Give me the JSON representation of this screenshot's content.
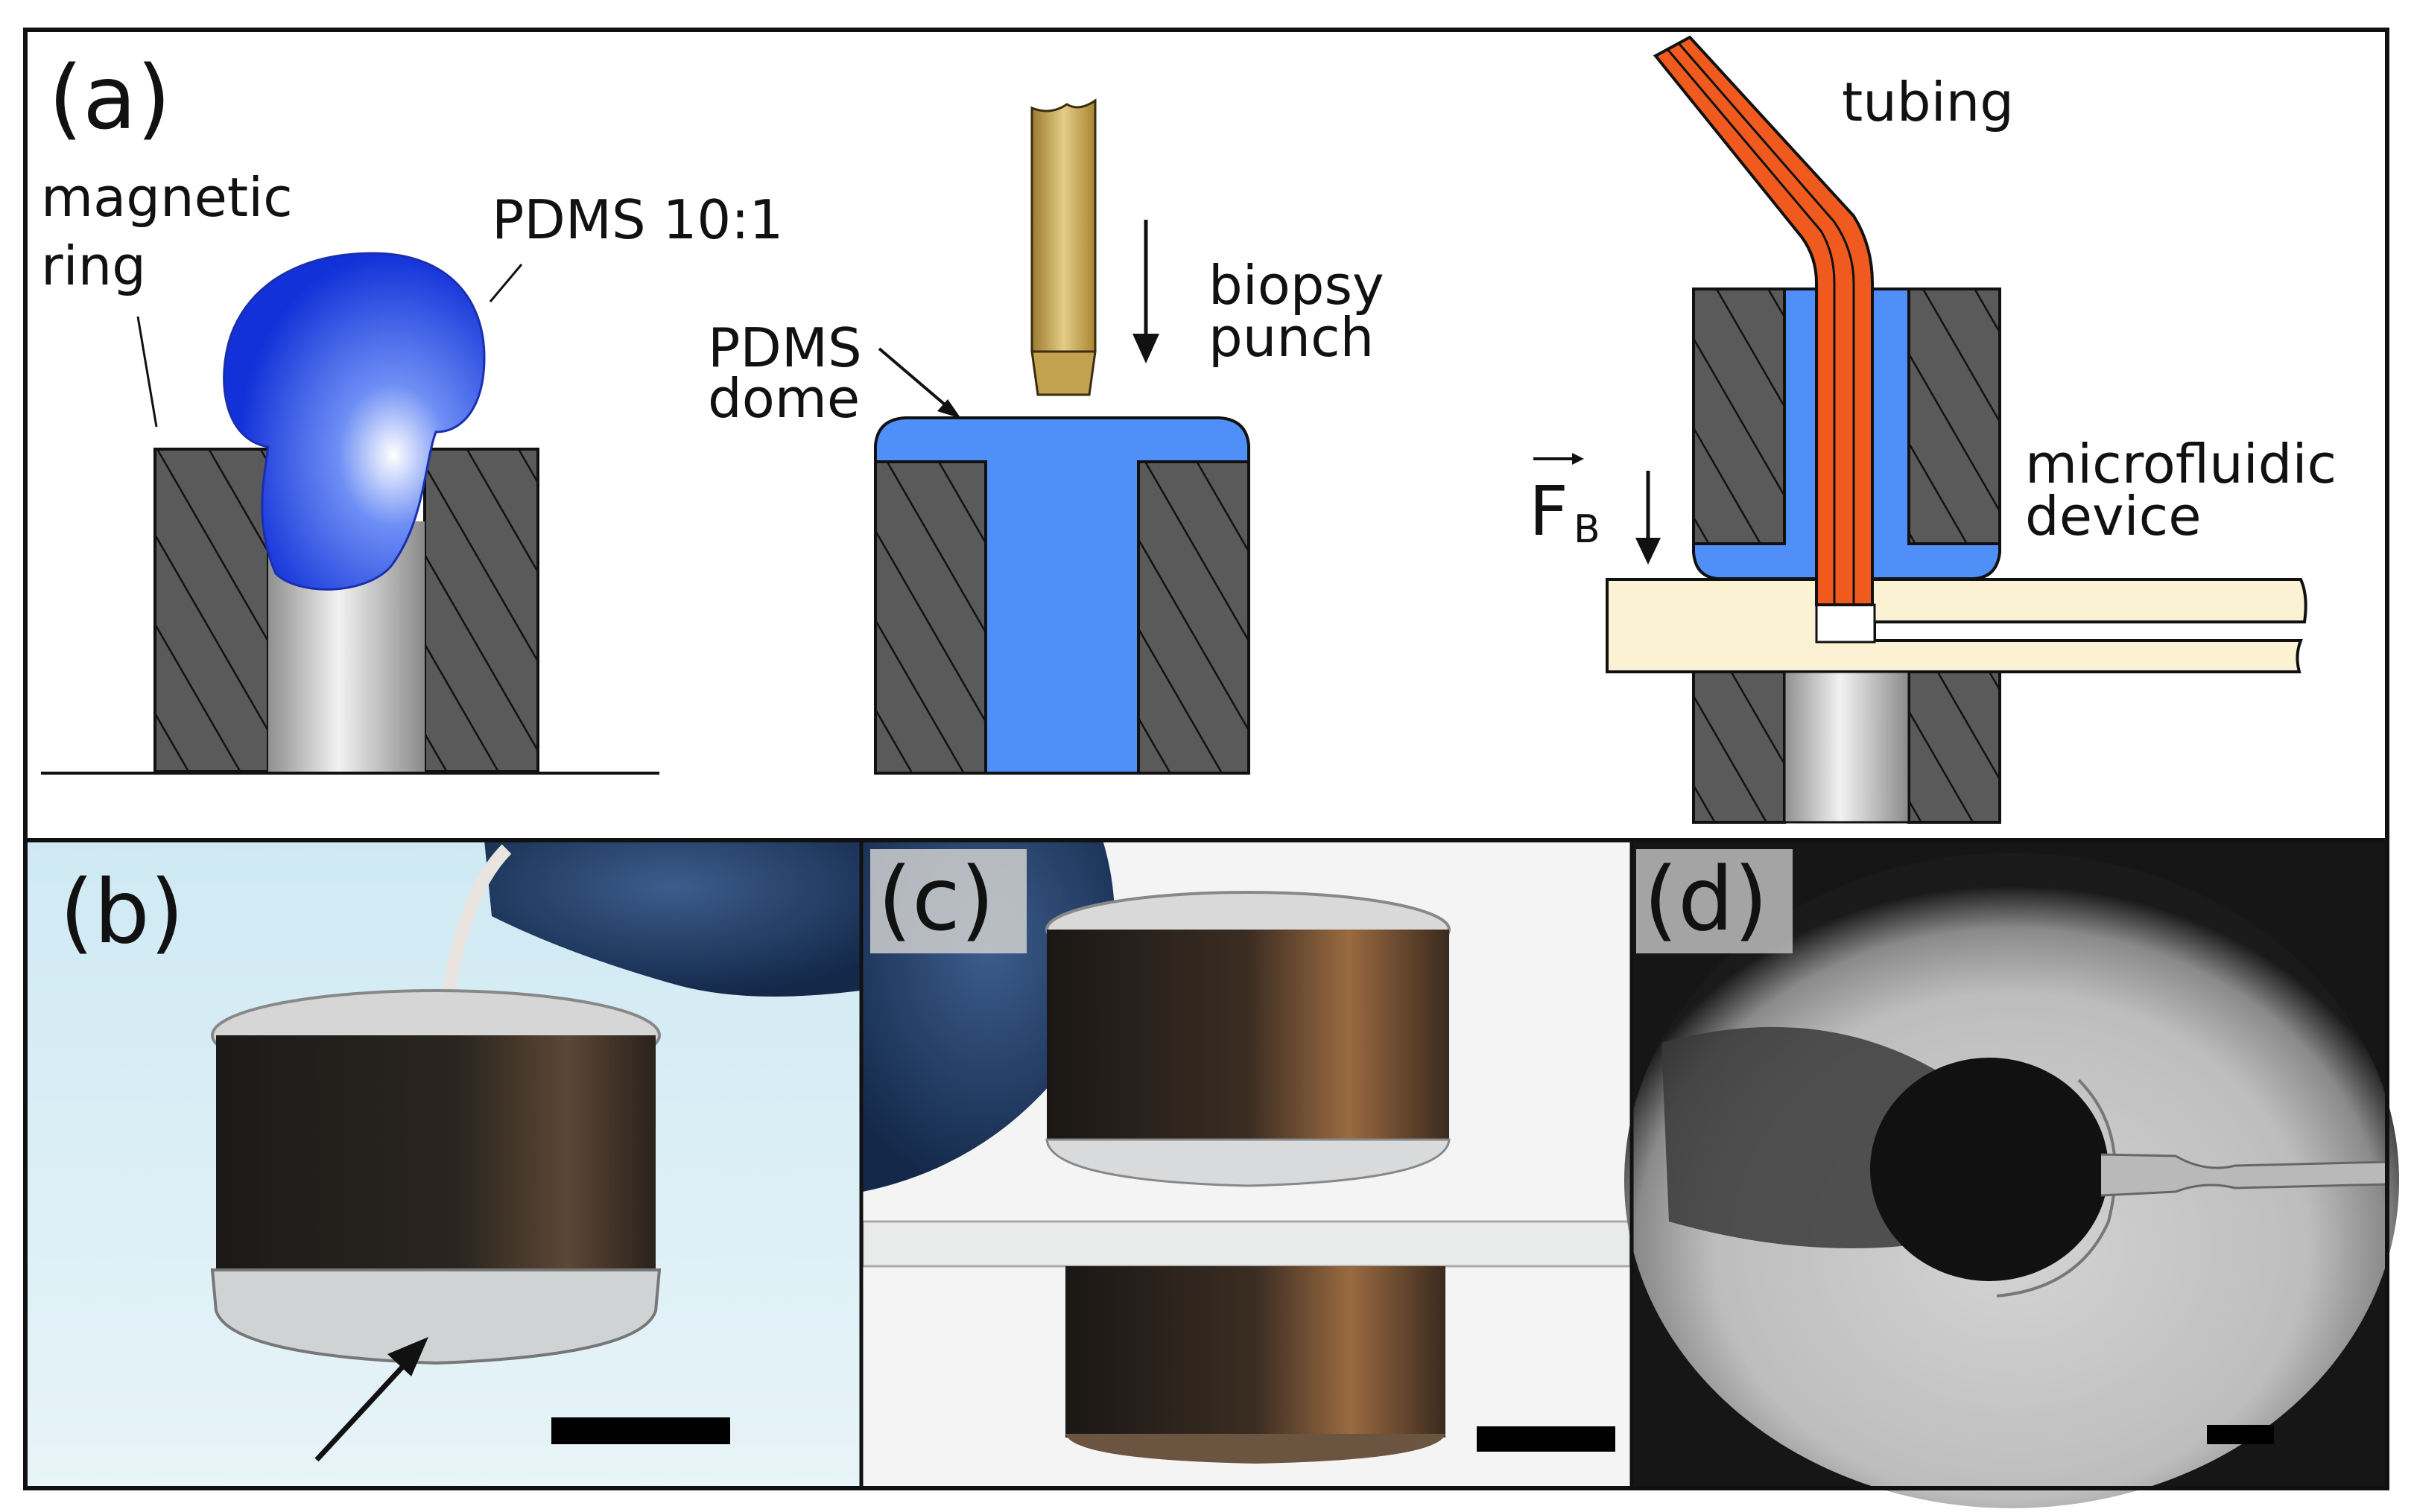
{
  "panel_a": {
    "letter": "(a)",
    "step1": {
      "label_magnetic": "magnetic",
      "label_ring": "ring",
      "label_pdms_ratio": "PDMS 10:1"
    },
    "step2": {
      "label_pdms": "PDMS",
      "label_dome": "dome",
      "label_biopsy": "biopsy",
      "label_punch": "punch"
    },
    "step3": {
      "label_tubing": "tubing",
      "label_microfluidic": "microfluidic",
      "label_device": "device",
      "force_symbol": "F",
      "force_subscript": "B"
    }
  },
  "panel_b": {
    "letter": "(b)"
  },
  "panel_c": {
    "letter": "(c)"
  },
  "panel_d": {
    "letter": "(d)"
  },
  "colors": {
    "pdms_blue": "#4f8ff7",
    "pdms_dark_blue": "#1c3ad8",
    "magnet_gray": "#5a5a5a",
    "tubing_orange": "#f05a1e",
    "device_beige": "#fbf1d3",
    "punch_gold": "#c9a64a"
  }
}
